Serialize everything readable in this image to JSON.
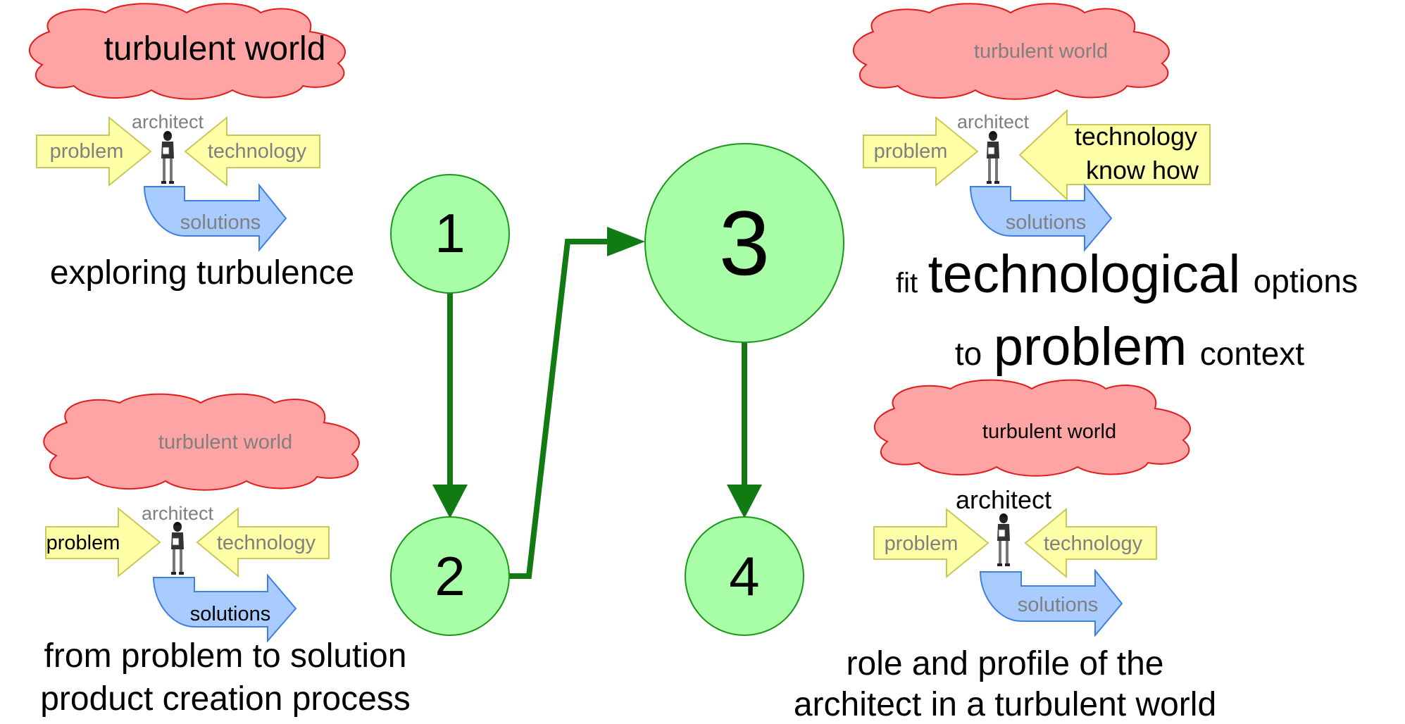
{
  "colors": {
    "cloud_fill": "#ffa4a4",
    "cloud_stroke": "#e21b1b",
    "arrow_fill": "#ffffa8",
    "arrow_stroke": "#c8c85a",
    "solutions_fill": "#a8ccff",
    "solutions_stroke": "#3f7fe0",
    "node_fill": "#a8ffa8",
    "node_stroke": "#1a961a",
    "flow_arrow": "#127a12",
    "muted_text": "#7f7f7f",
    "dark_text": "#000000"
  },
  "nodes": [
    {
      "label": "1"
    },
    {
      "label": "2"
    },
    {
      "label": "3"
    },
    {
      "label": "4"
    }
  ],
  "panels": {
    "p1": {
      "cloud": "turbulent world",
      "architect": "architect",
      "problem": "problem",
      "technology": "technology",
      "solutions": "solutions",
      "caption": "exploring turbulence"
    },
    "p2": {
      "cloud": "turbulent world",
      "architect": "architect",
      "problem": "problem",
      "technology": "technology",
      "solutions": "solutions",
      "caption_line1": "from problem to solution",
      "caption_line2": "product creation process"
    },
    "p3": {
      "cloud": "turbulent world",
      "architect": "architect",
      "problem": "problem",
      "technology_line1": "technology",
      "technology_line2": "know how",
      "solutions": "solutions",
      "caption1_a": "fit",
      "caption1_b": "technological",
      "caption1_c": "options",
      "caption2_a": "to",
      "caption2_b": "problem",
      "caption2_c": "context"
    },
    "p4": {
      "cloud": "turbulent world",
      "architect": "architect",
      "problem": "problem",
      "technology": "technology",
      "solutions": "solutions",
      "caption_line1": "role and profile of the",
      "caption_line2": "architect in a turbulent world"
    }
  }
}
